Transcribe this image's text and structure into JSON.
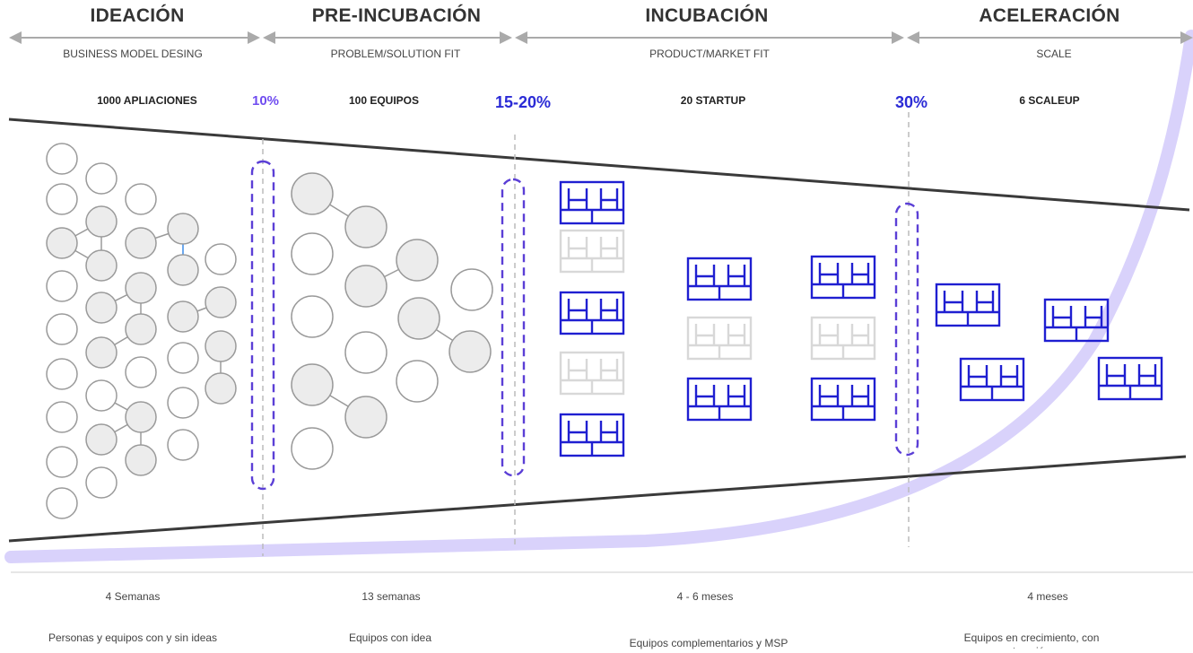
{
  "stages": [
    {
      "title": "IDEACIÓN",
      "subtitle": "BUSINESS MODEL DESING",
      "count": "1000 APLIACIONES",
      "duration": "4 Semanas",
      "description": "Personas y equipos con y sin ideas"
    },
    {
      "title": "PRE-INCUBACIÓN",
      "subtitle": "PROBLEM/SOLUTION FIT",
      "count": "100 EQUIPOS",
      "duration": "13  semanas",
      "description": "Equipos con idea"
    },
    {
      "title": "INCUBACIÓN",
      "subtitle": "PRODUCT/MARKET FIT",
      "count": "20 STARTUP",
      "duration": "4 - 6 meses",
      "description": "Equipos complementarios y MSP"
    },
    {
      "title": "ACELERACIÓN",
      "subtitle": "SCALE",
      "count": "6 SCALEUP",
      "duration": "4 meses",
      "description": "Equipos en crecimiento, con tracción"
    }
  ],
  "conversion_rates": [
    "10%",
    "15-20%",
    "30%"
  ],
  "colors": {
    "accent_blue": "#1f1fd1",
    "highlight_violet": "#5b3fd6",
    "growth_curve": "#d9d2fb",
    "funnel_line": "#3a3a3a",
    "faded_block": "#d8d8d8",
    "node_fill": "#ececec",
    "node_stroke": "#9a9a9a"
  }
}
